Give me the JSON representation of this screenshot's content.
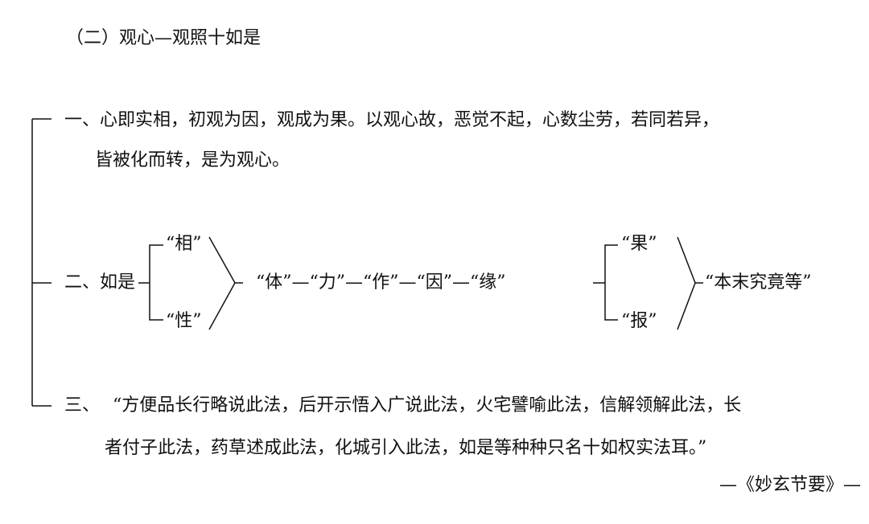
{
  "title": "（二）观心—观照十如是",
  "item1": {
    "line1": "一、心即实相，初观为因，观成为果。以观心故，恶觉不起，心数尘劳，若同若异，",
    "line2": "皆被化而转，是为观心。"
  },
  "item2": {
    "label": "二、如是",
    "top1": "“相”",
    "bottom1": "“性”",
    "chain": "“体”—“力”—“作”—“因”—“缘”",
    "top2": "“果”",
    "bottom2": "“报”",
    "result": "“本末究竟等”"
  },
  "item3": {
    "label": "三、",
    "line1": "“方便品长行略说此法，后开示悟入广说此法，火宅譬喻此法，信解领解此法，长",
    "line2": "者付子此法，药草述成此法，化城引入此法，如是等种种只名十如权实法耳。”"
  },
  "source": "—《妙玄节要》—"
}
